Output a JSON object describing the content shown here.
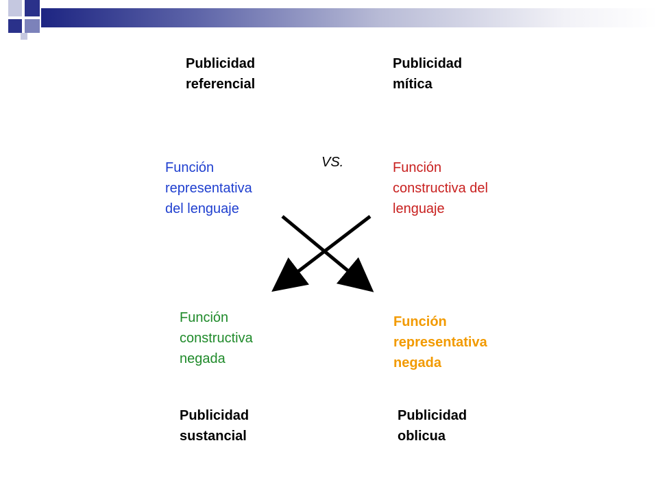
{
  "labels": {
    "top_left": "Publicidad\nreferencial",
    "top_right": "Publicidad\nmítica",
    "vs": "VS.",
    "mid_left": "Función\nrepresentativa\ndel lenguaje",
    "mid_right": "Función\nconstructiva del\nlenguaje",
    "low_left": "Función\nconstructiva\nnegada",
    "low_right": "Función\nrepresentativa\nnegada",
    "bottom_left": "Publicidad\nsustancial",
    "bottom_right": "Publicidad\noblicua"
  },
  "colors": {
    "blue": "#1f3fcf",
    "red": "#c8201f",
    "green": "#1f8a2a",
    "orange": "#f29a00",
    "header_dark": "#1d2582"
  }
}
